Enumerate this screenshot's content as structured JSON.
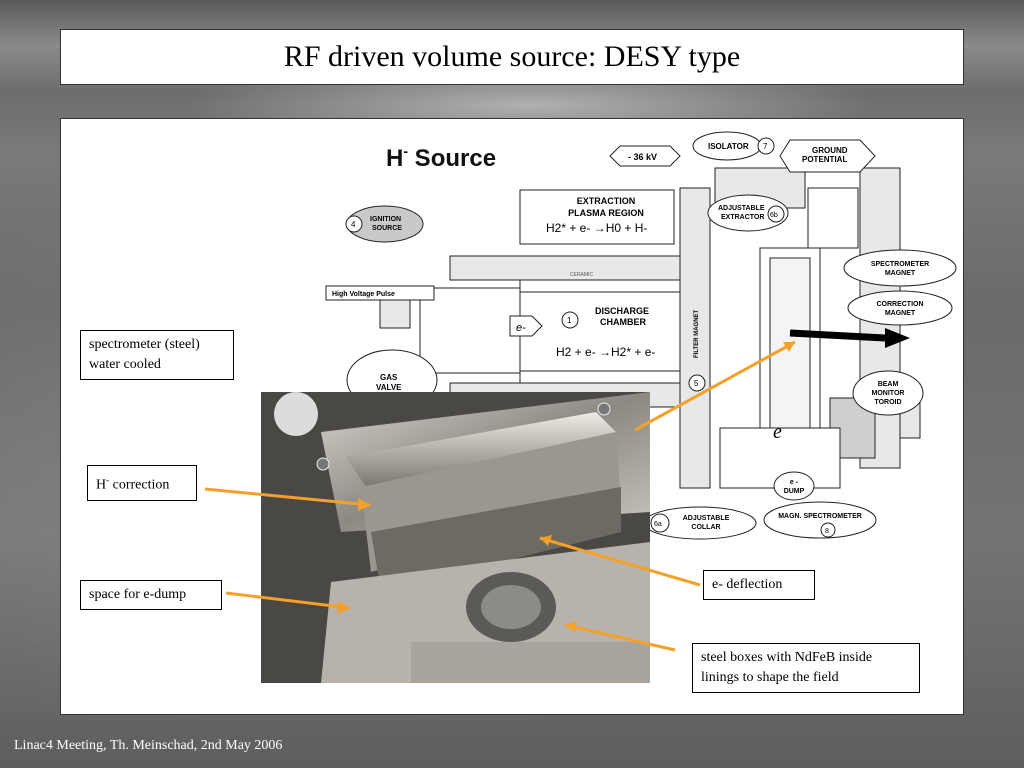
{
  "slide": {
    "title": "RF driven volume source: DESY type",
    "footer": "Linac4 Meeting, Th. Meinschad, 2nd May 2006"
  },
  "callouts": {
    "spectrometer_line1": "spectrometer (steel)",
    "spectrometer_line2": "water cooled",
    "h_correction_prefix": "H",
    "h_correction_sup": "-",
    "h_correction_suffix": " correction",
    "space_edump": "space for e-dump",
    "e_deflection": "e- deflection",
    "steel_boxes_line1": "steel boxes with NdFeB inside",
    "steel_boxes_line2": "linings to shape the field"
  },
  "diagram": {
    "title_main": "H",
    "title_sup": "-",
    "title_rest": " Source",
    "voltage": "- 36 kV",
    "isolator": "ISOLATOR",
    "isolator_num": "7",
    "ground_1": "GROUND",
    "ground_2": "POTENTIAL",
    "extraction_1": "EXTRACTION",
    "extraction_2": "PLASMA REGION",
    "reaction_1": "H2* + e- →H0 + H-",
    "ignition_num": "4",
    "ignition_1": "IGNITION",
    "ignition_2": "SOURCE",
    "adj_extractor_1": "ADJUSTABLE",
    "adj_extractor_2": "EXTRACTOR",
    "adj_extractor_num": "6b",
    "hv_pulse": "High Voltage Pulse",
    "ceramic": "CERAMIC",
    "discharge_num": "1",
    "discharge_1": "DISCHARGE",
    "discharge_2": "CHAMBER",
    "electron": "e-",
    "reaction_2": "H2 + e- →H2* + e-",
    "filter_magnet": "FILTER MAGNET",
    "spectrometer_1": "SPECTROMETER",
    "spectrometer_2": "MAGNET",
    "correction_1": "CORRECTION",
    "correction_2": "MAGNET",
    "gas_1": "GAS",
    "gas_2": "VALVE",
    "num_5": "5",
    "beam_1": "BEAM",
    "beam_2": "MONITOR",
    "beam_3": "TOROID",
    "e_big": "e",
    "edump_1": "e -",
    "edump_2": "DUMP",
    "adj_collar_num": "6a",
    "adj_collar_1": "ADJUSTABLE",
    "adj_collar_2": "COLLAR",
    "magn_spec": "MAGN. SPECTROMETER",
    "magn_spec_num": "8"
  },
  "colors": {
    "arrow": "#f5a028",
    "diagram_line": "#222222"
  }
}
